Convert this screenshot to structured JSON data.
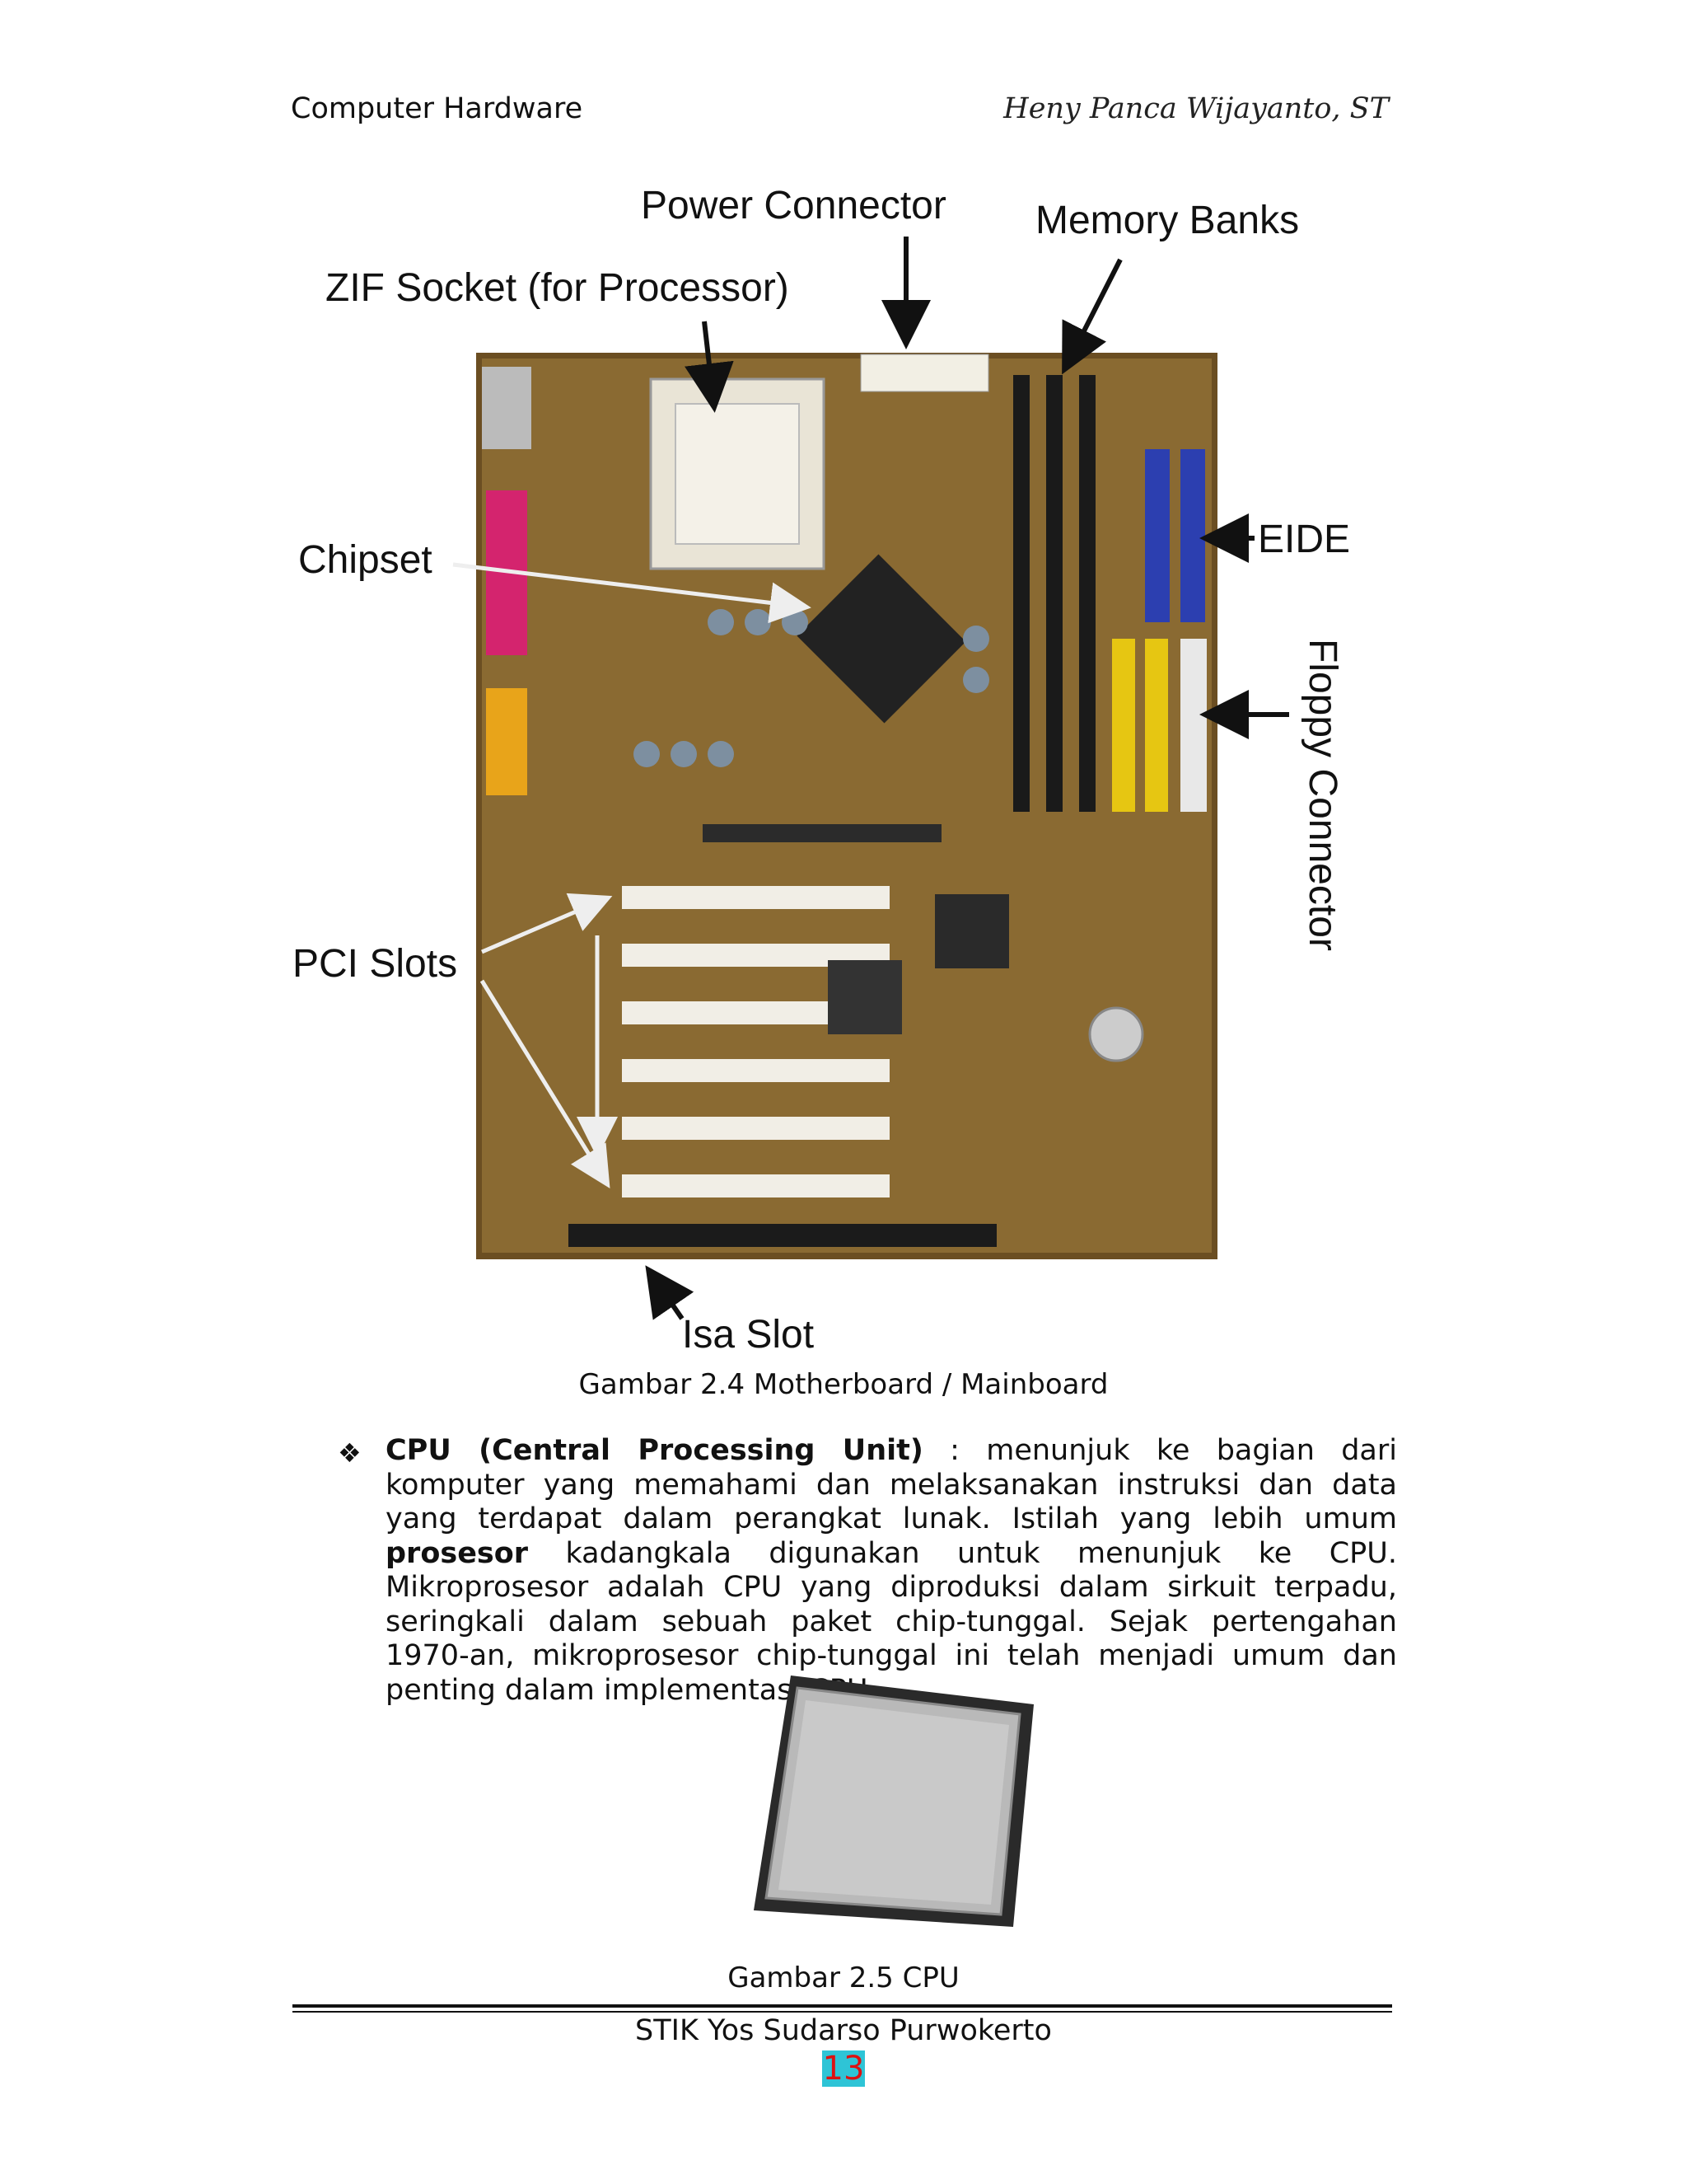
{
  "header": {
    "left": "Computer Hardware",
    "right": "Heny Panca Wijayanto, ST"
  },
  "figure1": {
    "labels": {
      "power": "Power Connector",
      "memory": "Memory Banks",
      "zif": "ZIF Socket (for Processor)",
      "chipset": "Chipset",
      "eide": "EIDE",
      "floppy": "Floppy Connector",
      "pci": "PCI Slots",
      "isa": "Isa Slot"
    },
    "caption": "Gambar 2.4 Motherboard / Mainboard"
  },
  "body": {
    "bullet": "❖",
    "term": "CPU (Central Processing Unit)",
    "text1": " : menunjuk ke bagian dari komputer yang memahami dan melaksanakan instruksi dan data yang terdapat dalam perangkat lunak. Istilah yang lebih umum ",
    "bold2": "prosesor",
    "text2": " kadangkala digunakan untuk menunjuk ke CPU. Mikroprosesor adalah CPU yang diproduksi dalam sirkuit terpadu, seringkali dalam sebuah paket chip-tunggal. Sejak pertengahan 1970-an, mikroprosesor chip-tunggal ini telah menjadi umum dan penting dalam implementasi CPU."
  },
  "figure2": {
    "caption": "Gambar 2.5 CPU"
  },
  "footer": {
    "institution": "STIK Yos Sudarso Purwokerto",
    "page": "13"
  }
}
